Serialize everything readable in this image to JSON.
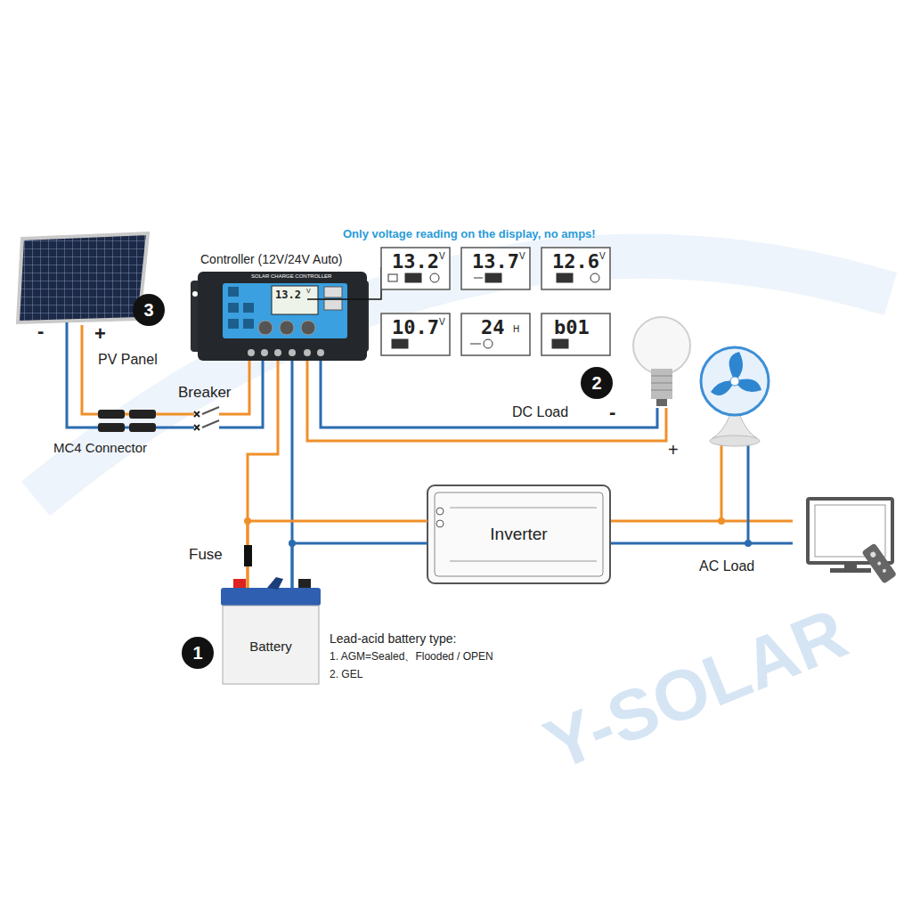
{
  "diagram": {
    "nodes": [
      {
        "text": [
          "Controller (12V/24V Auto)"
        ]
      },
      {
        "text": [
          "Battery"
        ]
      },
      {
        "text": [
          "Inverter"
        ]
      }
    ],
    "edges": [
      {
        "from": 0,
        "to": 1,
        "arrow": "none"
      },
      {
        "from": 0,
        "to": 1,
        "arrow": "none"
      },
      {
        "from": 1,
        "to": 2,
        "arrow": "none"
      },
      {
        "from": 1,
        "to": 2,
        "arrow": "none"
      }
    ],
    "labels": [
      "Only voltage reading on the display, no amps!",
      "13.2",
      "V",
      "13.2",
      "V",
      "13.7",
      "V",
      "12.6",
      "V",
      "10.7",
      "V",
      "24",
      "H",
      "b01",
      "3",
      "-",
      "+",
      "PV Panel",
      "Breaker",
      "MC4 Connector",
      "2",
      "DC Load",
      "-",
      "+",
      "Fuse",
      "AC Load",
      "1",
      "Lead-acid battery type:",
      "1. AGM=Sealed、Flooded / OPEN",
      "2. GEL",
      "SOLAR CHARGE CONTROLLER",
      "Y-SOLAR"
    ]
  }
}
